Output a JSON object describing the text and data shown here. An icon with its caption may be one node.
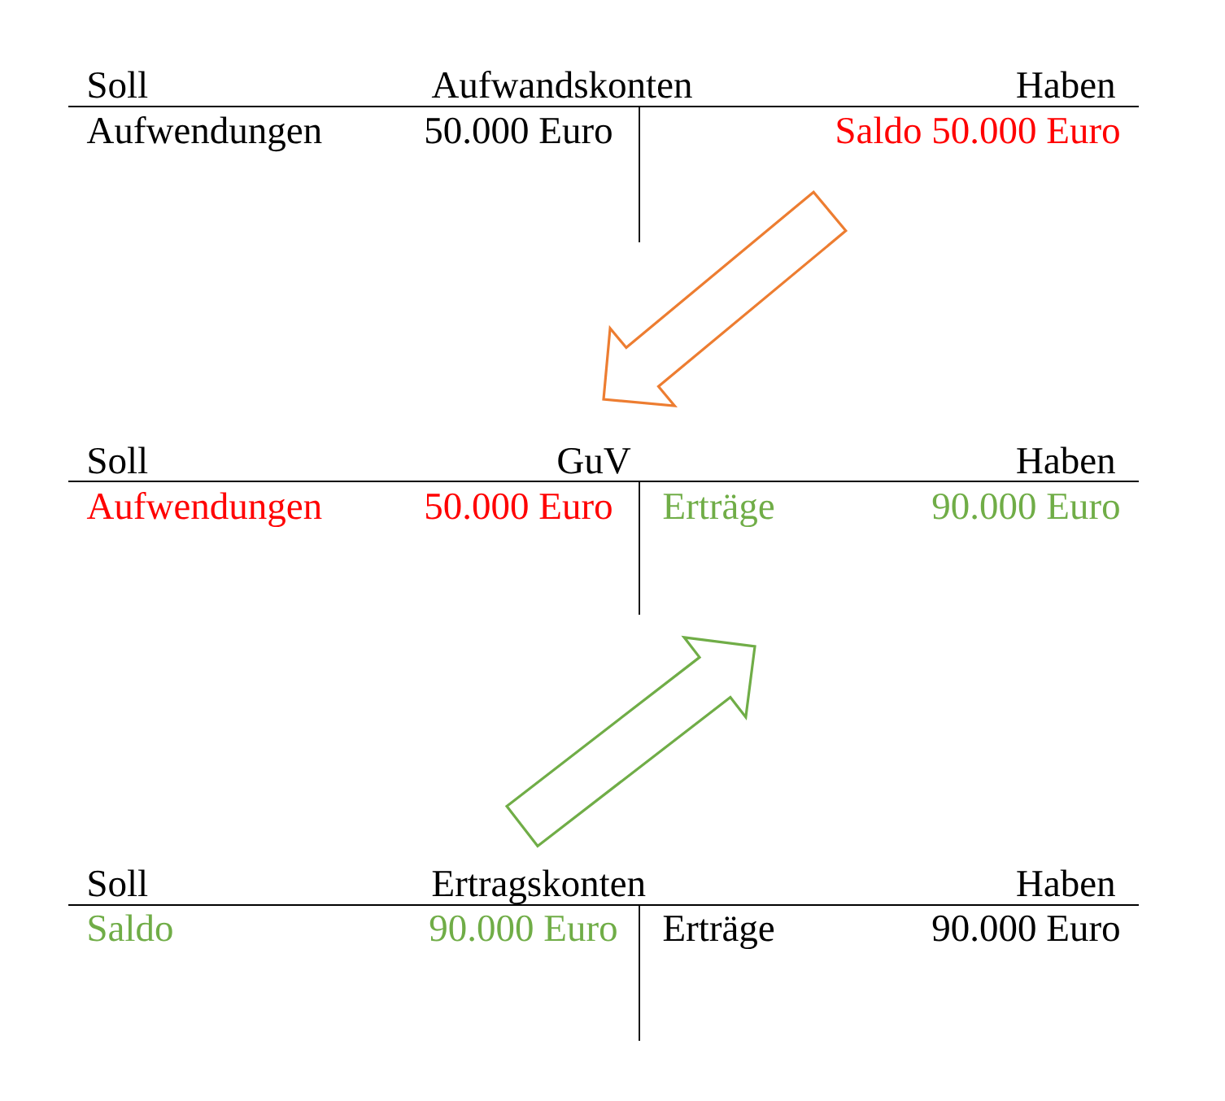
{
  "diagram": {
    "nodes": [
      {
        "text": [
          "Soll",
          "Aufwandskonten",
          "Haben",
          "Aufwendungen",
          "50.000 Euro",
          "Saldo 50.000 Euro"
        ]
      },
      {
        "text": [
          "Soll",
          "GuV",
          "Haben",
          "Aufwendungen",
          "50.000 Euro",
          "Erträge",
          "90.000 Euro"
        ]
      },
      {
        "text": [
          "Soll",
          "Ertragskonten",
          "Haben",
          "Saldo",
          "90.000 Euro",
          "Erträge",
          "90.000 Euro"
        ]
      }
    ],
    "edges": [
      {
        "from": 0,
        "to": 1,
        "arrow": "to",
        "color": "#ed7d31"
      },
      {
        "from": 2,
        "to": 1,
        "arrow": "to",
        "color": "#70ad47"
      }
    ]
  }
}
